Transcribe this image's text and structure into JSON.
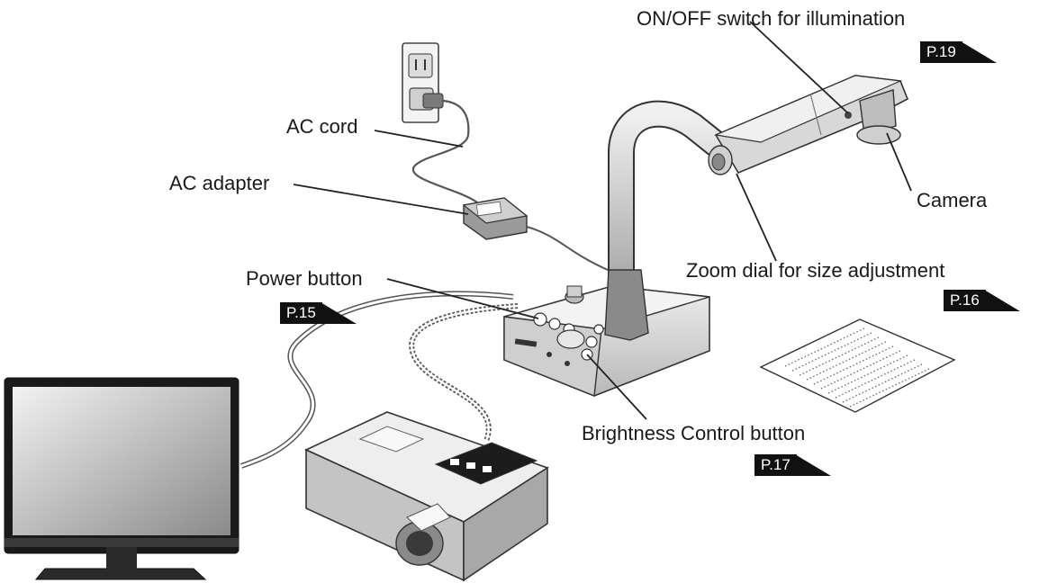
{
  "colors": {
    "ink": "#1a1a1a",
    "page_ref_bg": "#111111",
    "page_ref_text": "#ffffff",
    "device_light": "#e6e6e6",
    "device_mid": "#bdbdbd",
    "device_dark": "#6e6e6e"
  },
  "labels": {
    "illumination_switch": "ON/OFF switch for illumination",
    "camera": "Camera",
    "ac_cord": "AC cord",
    "ac_adapter": "AC adapter",
    "zoom_dial": "Zoom dial for size adjustment",
    "power_button": "Power button",
    "brightness_button": "Brightness Control button"
  },
  "page_refs": {
    "illumination_switch": "P.19",
    "zoom_dial": "P.16",
    "power_button": "P.15",
    "brightness_button": "P.17"
  }
}
